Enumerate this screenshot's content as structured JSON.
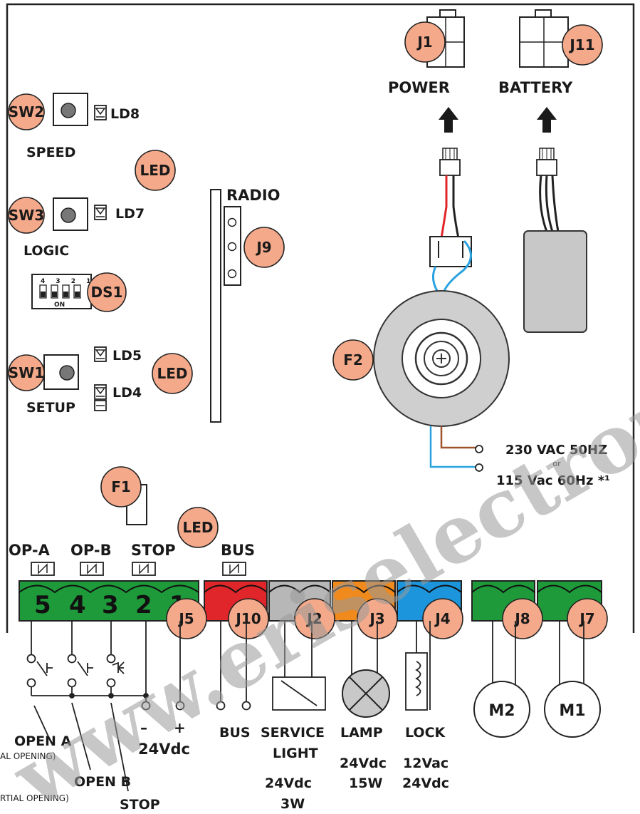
{
  "badges": {
    "j1": "J1",
    "j11": "J11",
    "sw2": "SW2",
    "sw3": "SW3",
    "sw1": "SW1",
    "led1": "LED",
    "led2": "LED",
    "led3": "LED",
    "j9": "J9",
    "ds1": "DS1",
    "f2": "F2",
    "f1": "F1",
    "j5": "J5",
    "j10": "J10",
    "j2": "J2",
    "j3": "J3",
    "j4": "J4",
    "j8": "J8",
    "j7": "J7"
  },
  "labels": {
    "power": "POWER",
    "battery": "BATTERY",
    "speed": "SPEED",
    "logic": "LOGIC",
    "setup": "SETUP",
    "radio": "RADIO",
    "ld8": "LD8",
    "ld7": "LD7",
    "ld5": "LD5",
    "ld4": "LD4",
    "ds_numbers": "4 3 2 1",
    "ds_on": "ON",
    "mains_1": "230 VAC 50HZ",
    "mains_or": "or",
    "mains_2": "115 Vac 60Hz *¹",
    "op_a": "OP-A",
    "op_b": "OP-B",
    "stop": "STOP",
    "bus": "BUS",
    "terminal_5": "5",
    "terminal_4": "4",
    "terminal_3": "3",
    "terminal_2": "2",
    "terminal_1": "1",
    "minus": "–",
    "plus": "+",
    "v24dc": "24Vdc",
    "open_a": "OPEN A",
    "open_a_sub": "AL OPENING)",
    "open_b": "OPEN B",
    "open_b_sub": "RTIAL OPENING)",
    "stop_bottom": "STOP",
    "bus_bottom": "BUS",
    "service": "SERVICE",
    "light": "LIGHT",
    "service_v": "24Vdc",
    "service_w": "3W",
    "lamp": "LAMP",
    "lamp_v": "24Vdc",
    "lamp_w": "15W",
    "lock": "LOCK",
    "lock_v1": "12Vac",
    "lock_v2": "24Vdc",
    "m2": "M2",
    "m1": "M1"
  },
  "watermark": "www.eriselectronic.co",
  "colors": {
    "badge": "#f4a98a",
    "terminal_green": "#1e9a3a",
    "bus_red": "#e0262b",
    "j2_grey": "#b7b7b7",
    "j3_orange": "#f08a1c",
    "j4_blue": "#1c95dc",
    "transformer_grey": "#cfcfcf",
    "battery_grey": "#c8c8c8",
    "wire_red": "#e0262b",
    "wire_blue": "#2aa2df"
  }
}
